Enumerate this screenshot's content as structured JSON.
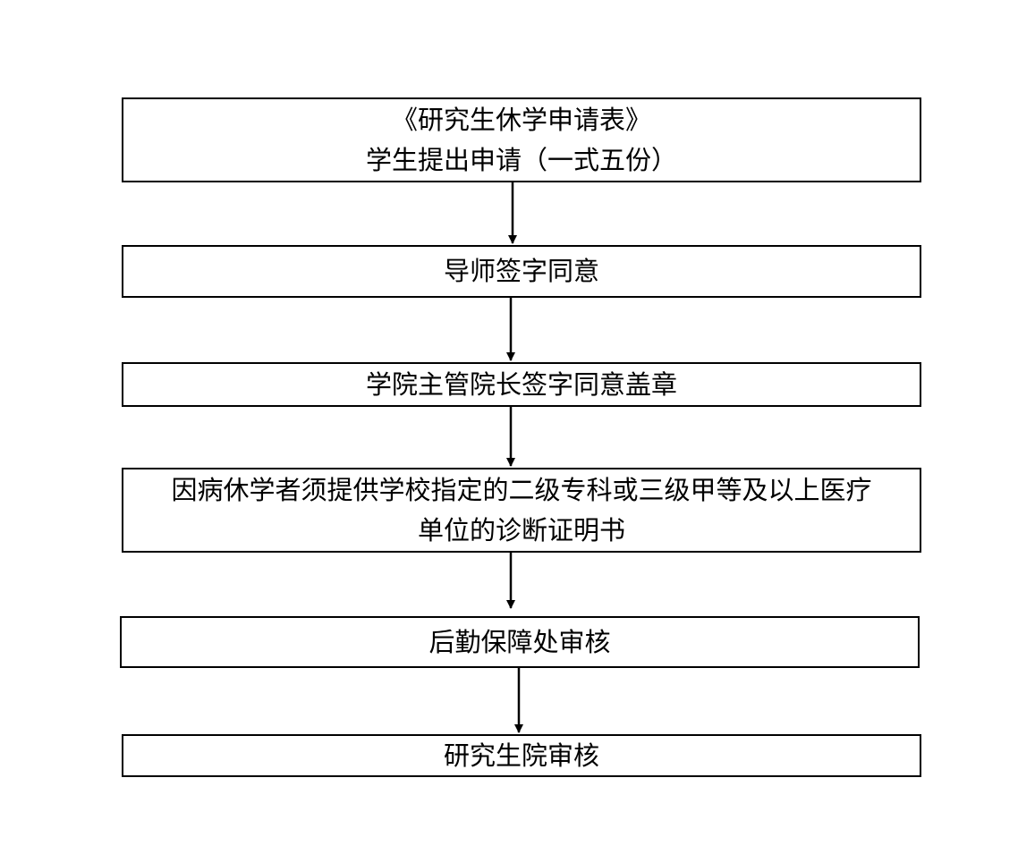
{
  "flowchart": {
    "steps": [
      {
        "lines": [
          "《研究生休学申请表》",
          "学生提出申请（一式五份）"
        ]
      },
      {
        "lines": [
          "导师签字同意"
        ]
      },
      {
        "lines": [
          "学院主管院长签字同意盖章"
        ]
      },
      {
        "lines": [
          "因病休学者须提供学校指定的二级专科或三级甲等及以上医疗",
          "单位的诊断证明书"
        ]
      },
      {
        "lines": [
          "后勤保障处审核"
        ]
      },
      {
        "lines": [
          "研究生院审核"
        ]
      }
    ],
    "colors": {
      "border": "#000000",
      "text": "#000000",
      "background": "#ffffff"
    }
  }
}
